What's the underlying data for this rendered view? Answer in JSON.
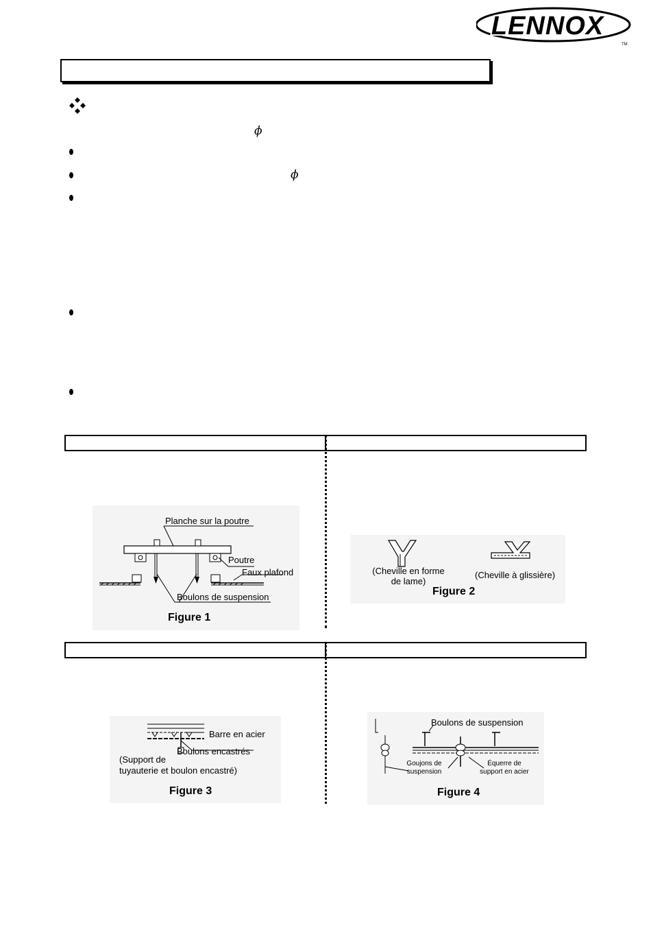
{
  "brand": {
    "name": "LENNOX",
    "trademark": "TM"
  },
  "symbols": {
    "phi_1": "ϕ",
    "phi_2": "ϕ"
  },
  "figures": {
    "fig1": {
      "caption": "Figure 1",
      "labels": {
        "plank": "Planche sur la poutre",
        "beam": "Poutre",
        "false_ceiling": "Faux plafond",
        "bolts": "Boulons de suspension"
      }
    },
    "fig2": {
      "caption": "Figure 2",
      "labels": {
        "blade_line1": "(Cheville en forme",
        "blade_line2": "de lame)",
        "slide": "(Cheville à glissière)"
      }
    },
    "fig3": {
      "caption": "Figure 3",
      "labels": {
        "steel_bar": "Barre en acier",
        "embedded_bolts": "Boulons encastrés",
        "support_line1": "(Support de",
        "support_line2": "tuyauterie et boulon encastré)"
      }
    },
    "fig4": {
      "caption": "Figure 4",
      "labels": {
        "bolts": "Boulons de suspension",
        "studs_line1": "Goujons de",
        "studs_line2": "suspension",
        "bracket_line1": "Équerre de",
        "bracket_line2": "support en acier"
      }
    }
  }
}
